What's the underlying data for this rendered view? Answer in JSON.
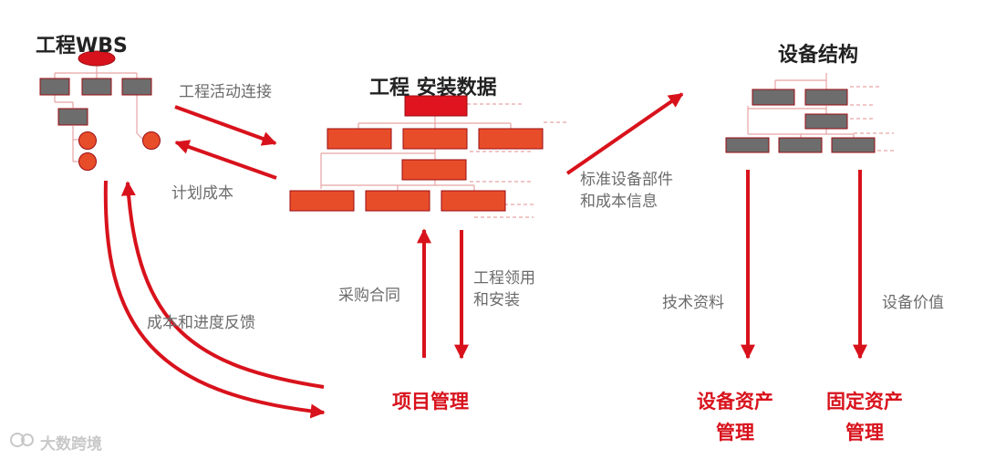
{
  "colors": {
    "accent_red": "#d8121c",
    "box_orange": "#e84d2a",
    "box_gray": "#6d6d6d",
    "text_gray": "#6b6b6b",
    "title_dark": "#222222"
  },
  "titles": {
    "wbs": "工程WBS",
    "install": "工程 安装数据",
    "equipment": "设备结构"
  },
  "labels": {
    "activity_link": "工程活动连接",
    "plan_cost": "计划成本",
    "cost_progress": "成本和进度反馈",
    "std_parts": "标准设备部件\n和成本信息",
    "purchase": "采购合同",
    "requisition": "工程领用\n和安装",
    "tech_docs": "技术资料",
    "equip_value": "设备价值"
  },
  "destinations": {
    "project_mgmt": "项目管理",
    "equip_asset_mgmt": "设备资产\n管理",
    "fixed_asset_mgmt": "固定资产\n管理"
  },
  "watermark": "大数跨境"
}
